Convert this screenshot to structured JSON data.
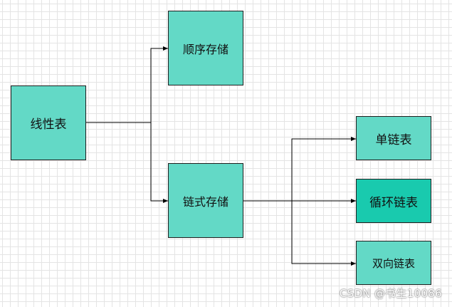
{
  "diagram": {
    "node_color": "#63d9c6",
    "node_color_alt": "#19caae",
    "edge_color": "#000000",
    "nodes": {
      "linear_list": "线性表",
      "sequential_storage": "顺序存储",
      "linked_storage": "链式存储",
      "singly_linked_list": "单链表",
      "circular_linked_list": "循环链表",
      "doubly_linked_list": "双向链表"
    },
    "edges": [
      {
        "from": "linear_list",
        "to": "sequential_storage"
      },
      {
        "from": "linear_list",
        "to": "linked_storage"
      },
      {
        "from": "linked_storage",
        "to": "singly_linked_list"
      },
      {
        "from": "linked_storage",
        "to": "circular_linked_list"
      },
      {
        "from": "linked_storage",
        "to": "doubly_linked_list"
      }
    ]
  },
  "watermark": "CSDN @书生10086"
}
